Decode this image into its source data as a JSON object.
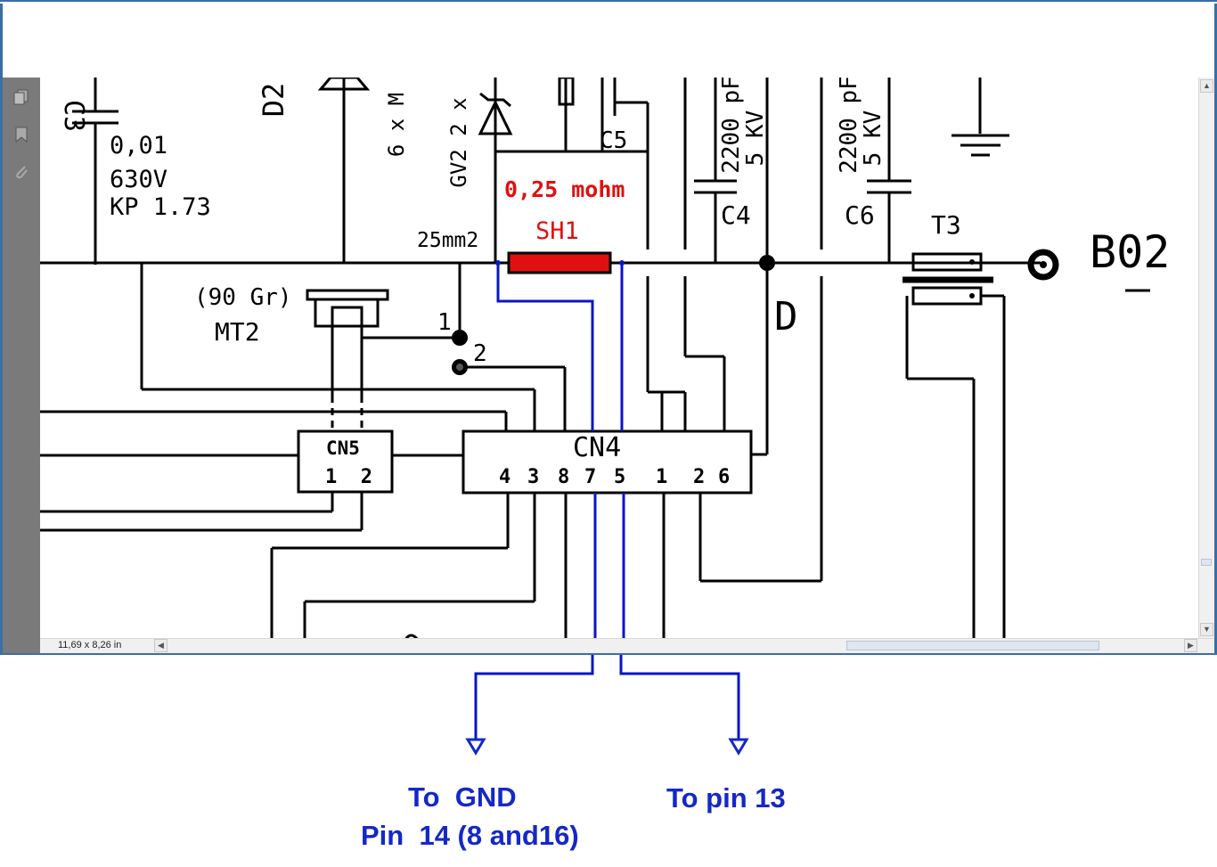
{
  "viewer": {
    "page_size": "11,69 x 8,26 in"
  },
  "icons": {
    "nav": [
      "pages-icon",
      "bookmark-icon",
      "attachment-icon"
    ],
    "scroll": [
      "arrow-up-icon",
      "arrow-down-icon",
      "arrow-left-icon",
      "arrow-right-icon"
    ]
  },
  "schematic": {
    "c3_label": "C3",
    "c3_value": "0,01",
    "c3_voltage": "630V",
    "c3_type": "KP 1.73",
    "d2_label": "D2",
    "gv2_label": "GV2  2 x",
    "mult_label": "6 x M",
    "c5_label": "C5",
    "c4_label": "C4",
    "c4_value": "2200 pF",
    "c4_voltage": "5 KV",
    "c6_label": "C6",
    "c6_value": "2200 pF",
    "c6_voltage": "5 KV",
    "shunt_value": "0,25 mohm",
    "shunt_label": "SH1",
    "wire_label": "25mm2",
    "mt2_angle": "(90 Gr)",
    "mt2_label": "MT2",
    "pin1": "1",
    "pin2": "2",
    "d_label": "D",
    "t3_label": "T3",
    "output_label": "B02",
    "cn5_label": "CN5",
    "cn5_pins": "1  2",
    "cn4_label": "CN4",
    "cn4_pins": [
      "4",
      "3",
      "8",
      "7",
      "5",
      "1",
      "2",
      "6"
    ]
  },
  "annotations": {
    "gnd_line1": "To  GND",
    "gnd_line2": "Pin  14 (8 and16)",
    "pin13": "To pin 13"
  },
  "colors": {
    "annotation_blue": "#1428c8",
    "shunt_red": "#e01010",
    "frame_blue": "#3a6ea5"
  }
}
